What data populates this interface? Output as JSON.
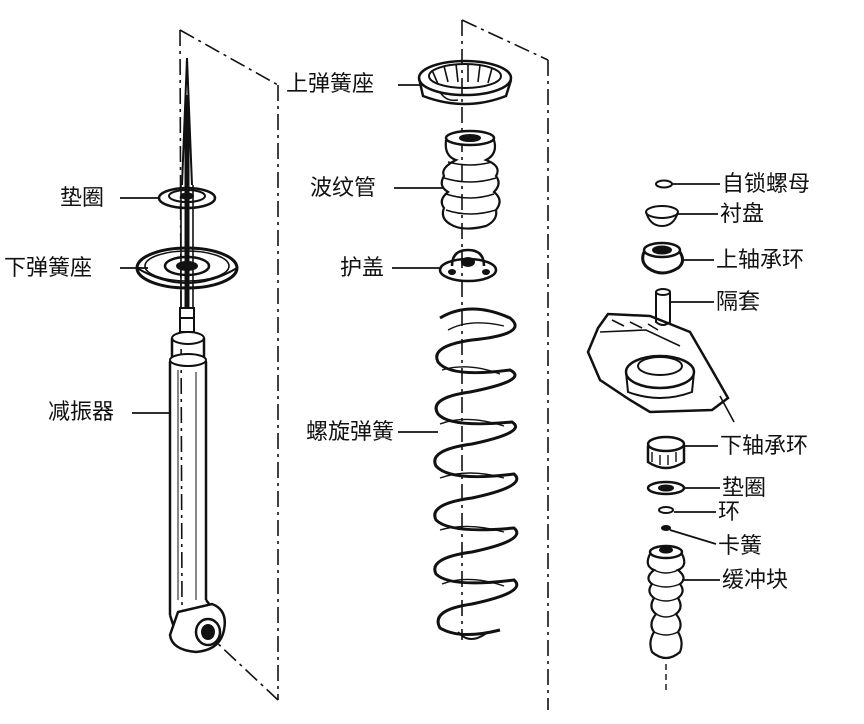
{
  "colors": {
    "ink": "#111111",
    "paper": "#ffffff"
  },
  "labels": {
    "left": {
      "washer": "垫圈",
      "lower_spring_seat": "下弹簧座",
      "shock_absorber": "减振器"
    },
    "middle": {
      "upper_spring_seat": "上弹簧座",
      "bellows": "波纹管",
      "protective_cap": "护盖",
      "coil_spring": "螺旋弹簧"
    },
    "right": {
      "self_locking_nut": "自锁螺母",
      "liner_plate": "衬盘",
      "upper_bearing_ring": "上轴承环",
      "spacer_sleeve": "隔套",
      "lower_bearing_ring": "下轴承环",
      "washer": "垫圈",
      "ring": "环",
      "circlip": "卡簧",
      "bump_stop": "缓冲块"
    }
  }
}
